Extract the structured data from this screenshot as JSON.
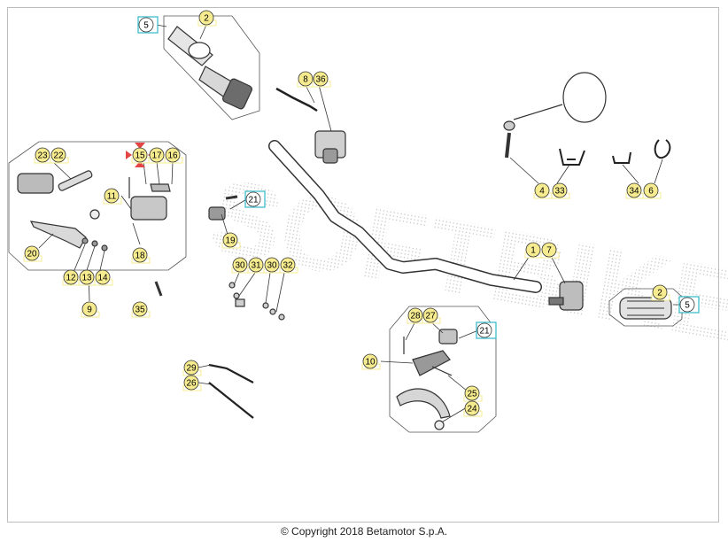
{
  "diagram": {
    "watermark": "SOFTBIKES",
    "accent_yellow": "#f6ec8f",
    "accent_cyan": "#2fb7c9",
    "line_color": "#333333",
    "callouts": [
      {
        "id": "c-2-top",
        "label": "2",
        "style": "yellow"
      },
      {
        "id": "c-5-top",
        "label": "5",
        "style": "cyan"
      },
      {
        "id": "c-8",
        "label": "8",
        "style": "yellow"
      },
      {
        "id": "c-36",
        "label": "36",
        "style": "yellow"
      },
      {
        "id": "c-23",
        "label": "23",
        "style": "yellow"
      },
      {
        "id": "c-22",
        "label": "22",
        "style": "yellow"
      },
      {
        "id": "c-15",
        "label": "15",
        "style": "yellow"
      },
      {
        "id": "c-17",
        "label": "17",
        "style": "yellow"
      },
      {
        "id": "c-16",
        "label": "16",
        "style": "yellow"
      },
      {
        "id": "c-11",
        "label": "11",
        "style": "yellow"
      },
      {
        "id": "c-21-left",
        "label": "21",
        "style": "cyan"
      },
      {
        "id": "c-19",
        "label": "19",
        "style": "yellow"
      },
      {
        "id": "c-20",
        "label": "20",
        "style": "yellow"
      },
      {
        "id": "c-18",
        "label": "18",
        "style": "yellow"
      },
      {
        "id": "c-12",
        "label": "12",
        "style": "yellow"
      },
      {
        "id": "c-13",
        "label": "13",
        "style": "yellow"
      },
      {
        "id": "c-14",
        "label": "14",
        "style": "yellow"
      },
      {
        "id": "c-9",
        "label": "9",
        "style": "yellow"
      },
      {
        "id": "c-35",
        "label": "35",
        "style": "yellow"
      },
      {
        "id": "c-30a",
        "label": "30",
        "style": "yellow"
      },
      {
        "id": "c-31",
        "label": "31",
        "style": "yellow"
      },
      {
        "id": "c-30b",
        "label": "30",
        "style": "yellow"
      },
      {
        "id": "c-32",
        "label": "32",
        "style": "yellow"
      },
      {
        "id": "c-4",
        "label": "4",
        "style": "yellow"
      },
      {
        "id": "c-33",
        "label": "33",
        "style": "yellow"
      },
      {
        "id": "c-34",
        "label": "34",
        "style": "yellow"
      },
      {
        "id": "c-6",
        "label": "6",
        "style": "yellow"
      },
      {
        "id": "c-1",
        "label": "1",
        "style": "yellow"
      },
      {
        "id": "c-7",
        "label": "7",
        "style": "yellow"
      },
      {
        "id": "c-2-right",
        "label": "2",
        "style": "yellow"
      },
      {
        "id": "c-5-right",
        "label": "5",
        "style": "cyan"
      },
      {
        "id": "c-28",
        "label": "28",
        "style": "yellow"
      },
      {
        "id": "c-27",
        "label": "27",
        "style": "yellow"
      },
      {
        "id": "c-21-right",
        "label": "21",
        "style": "cyan"
      },
      {
        "id": "c-10",
        "label": "10",
        "style": "yellow"
      },
      {
        "id": "c-25",
        "label": "25",
        "style": "yellow"
      },
      {
        "id": "c-24",
        "label": "24",
        "style": "yellow"
      },
      {
        "id": "c-29",
        "label": "29",
        "style": "yellow"
      },
      {
        "id": "c-26",
        "label": "26",
        "style": "yellow"
      }
    ]
  },
  "footer": {
    "copyright": "© Copyright 2018 Betamotor S.p.A."
  }
}
